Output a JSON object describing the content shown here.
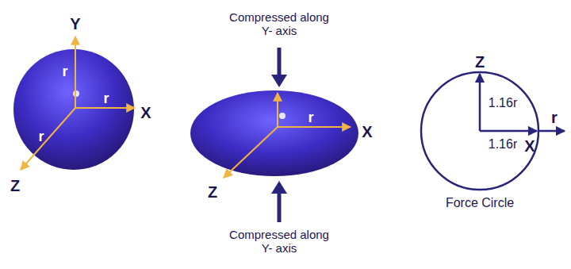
{
  "diagram": {
    "labels": [
      "Y",
      "r",
      "r",
      "r",
      "X",
      "Z",
      "Compressed along Y- axis",
      "r",
      "X",
      "Z",
      "Compressed along Y- axis",
      "Z",
      "1.16r",
      "1.16r",
      "X",
      "r",
      "Force Circle"
    ]
  }
}
